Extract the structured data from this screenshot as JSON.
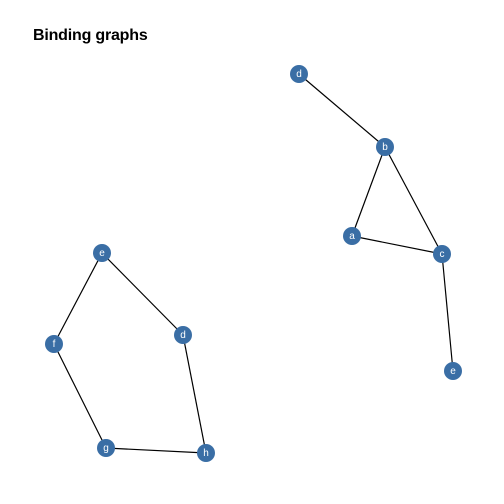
{
  "title": "Binding graphs",
  "colors": {
    "node": "#3a6ea5",
    "edge": "#000000",
    "label": "#ffffff"
  },
  "graphs": [
    {
      "nodes": [
        {
          "id": "r-d",
          "label": "d"
        },
        {
          "id": "r-b",
          "label": "b"
        },
        {
          "id": "r-a",
          "label": "a"
        },
        {
          "id": "r-c",
          "label": "c"
        },
        {
          "id": "r-e",
          "label": "e"
        }
      ],
      "edges": [
        [
          "r-d",
          "r-b"
        ],
        [
          "r-b",
          "r-a"
        ],
        [
          "r-b",
          "r-c"
        ],
        [
          "r-a",
          "r-c"
        ],
        [
          "r-c",
          "r-e"
        ]
      ]
    },
    {
      "nodes": [
        {
          "id": "l-e",
          "label": "e"
        },
        {
          "id": "l-f",
          "label": "f"
        },
        {
          "id": "l-d",
          "label": "d"
        },
        {
          "id": "l-g",
          "label": "g"
        },
        {
          "id": "l-h",
          "label": "h"
        }
      ],
      "edges": [
        [
          "l-e",
          "l-f"
        ],
        [
          "l-e",
          "l-d"
        ],
        [
          "l-f",
          "l-g"
        ],
        [
          "l-g",
          "l-h"
        ],
        [
          "l-d",
          "l-h"
        ]
      ]
    }
  ]
}
